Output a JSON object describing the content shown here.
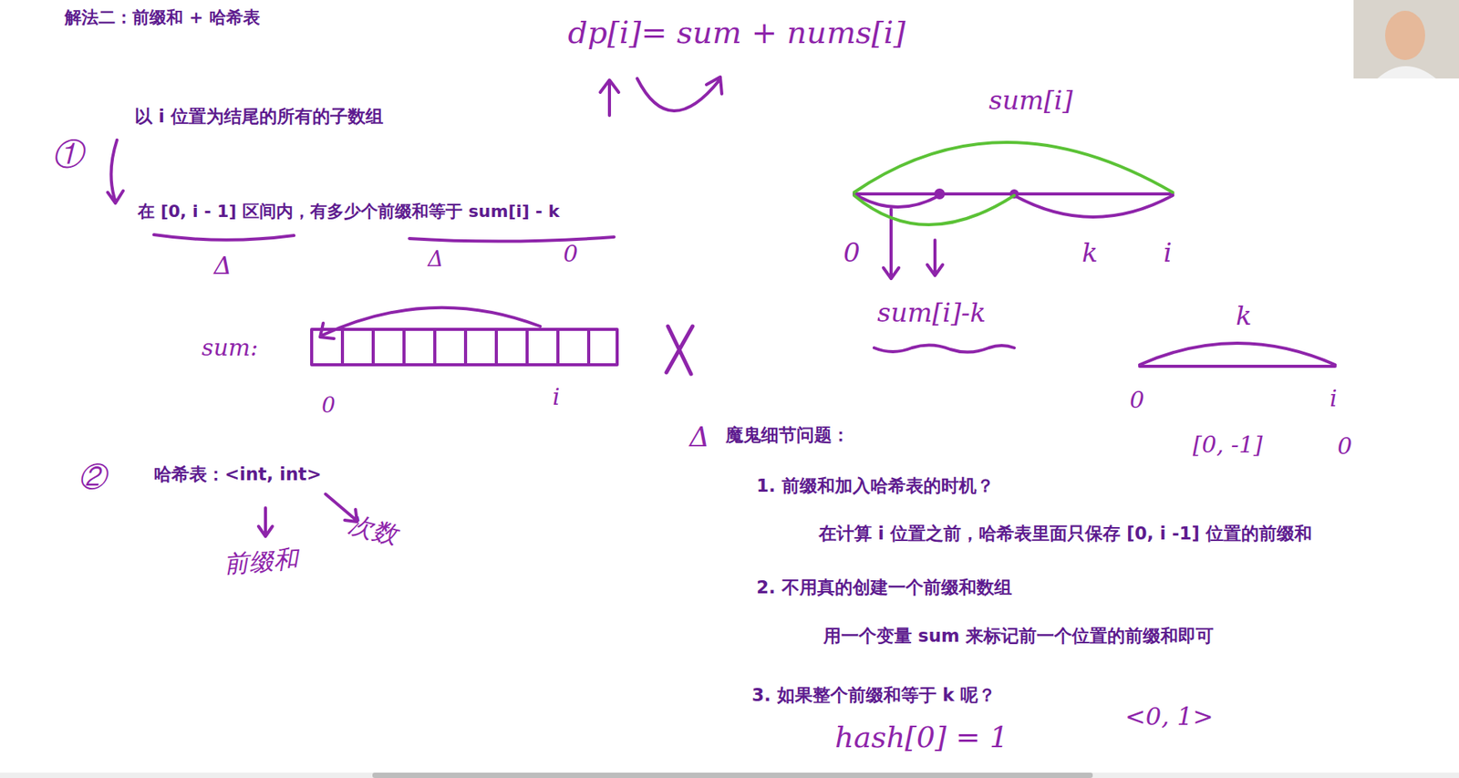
{
  "diagram": {
    "title": "解法二：前缀和 + 哈希表",
    "labels": [
      "dp[i]= sum + nums[i]",
      "以 i 位置为结尾的所有的子数组",
      "sum[i]",
      "①",
      "在 [0, i - 1] 区间内，有多少个前缀和等于 sum[i] - k",
      "Δ",
      "Δ",
      "0",
      "0",
      "k",
      "i",
      "sum:",
      "0",
      "i",
      "sum[i]-k",
      "k",
      "0",
      "i",
      "[0, -1]",
      "0",
      "Δ",
      "魔鬼细节问题：",
      "②",
      "哈希表：<int, int>",
      "前缀和",
      "次数",
      "1. 前缀和加入哈希表的时机？",
      "在计算 i 位置之前，哈希表里面只保存 [0, i -1] 位置的前缀和",
      "2. 不用真的创建一个前缀和数组",
      "用一个变量 sum 来标记前一个位置的前缀和即可",
      "3. 如果整个前缀和等于 k 呢？",
      "hash[0] = 1",
      "<0, 1>"
    ]
  }
}
